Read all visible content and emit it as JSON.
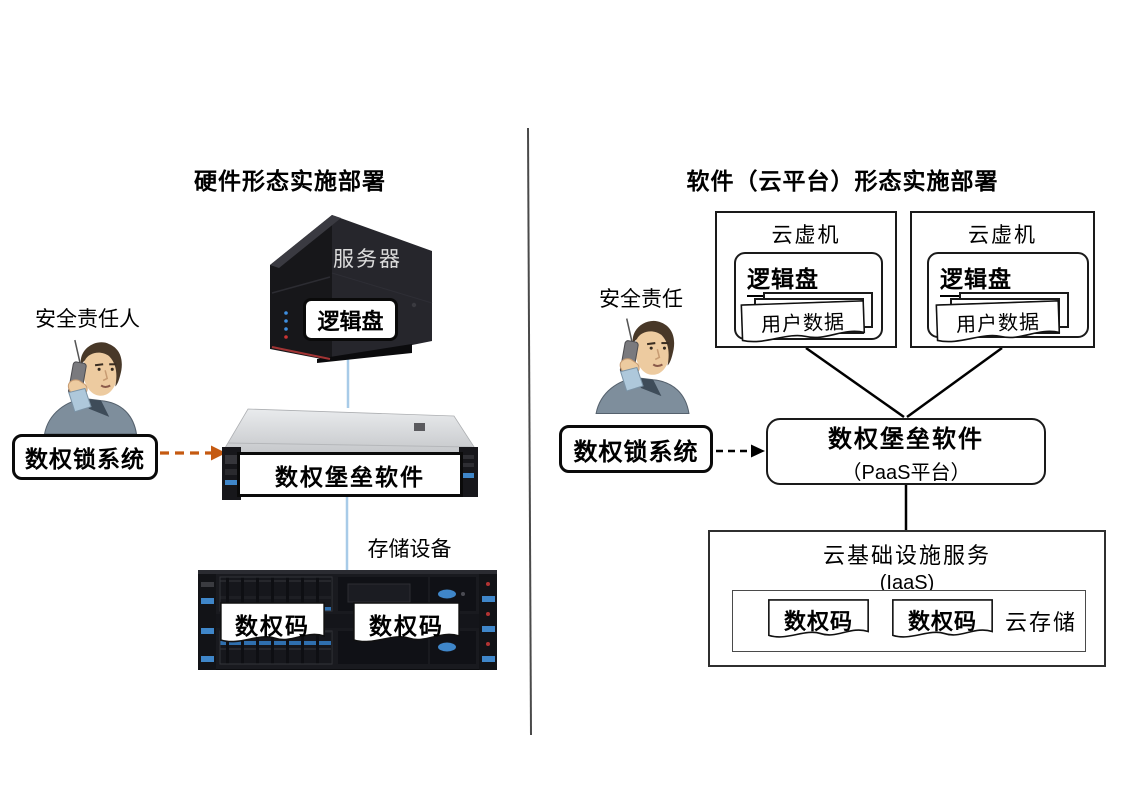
{
  "left_panel": {
    "title": "硬件形态实施部署",
    "server_label": "服务器",
    "logical_disk_label": "逻辑盘",
    "person_label": "安全责任人",
    "lock_system_label": "数权锁系统",
    "fortress_label": "数权堡垒软件",
    "storage_label": "存储设备",
    "codes": [
      "数权码",
      "数权码"
    ]
  },
  "right_panel": {
    "title": "软件（云平台）形态实施部署",
    "vms": [
      {
        "title": "云虚机",
        "disk_label": "逻辑盘",
        "data_label": "用户数据"
      },
      {
        "title": "云虚机",
        "disk_label": "逻辑盘",
        "data_label": "用户数据"
      }
    ],
    "person_label": "安全责任",
    "lock_system_label": "数权锁系统",
    "paas": {
      "title": "数权堡垒软件",
      "subtitle": "（PaaS平台）"
    },
    "iaas": {
      "title": "云基础设施服务",
      "subtitle": "(IaaS)",
      "codes": [
        "数权码",
        "数权码"
      ],
      "cloud_storage_label": "云存储"
    }
  },
  "colors": {
    "arrow_orange": "#C55A11",
    "arrow_black": "#000000",
    "connector_blue": "#A8CBE8",
    "divider_gray": "#4A4A4A"
  }
}
